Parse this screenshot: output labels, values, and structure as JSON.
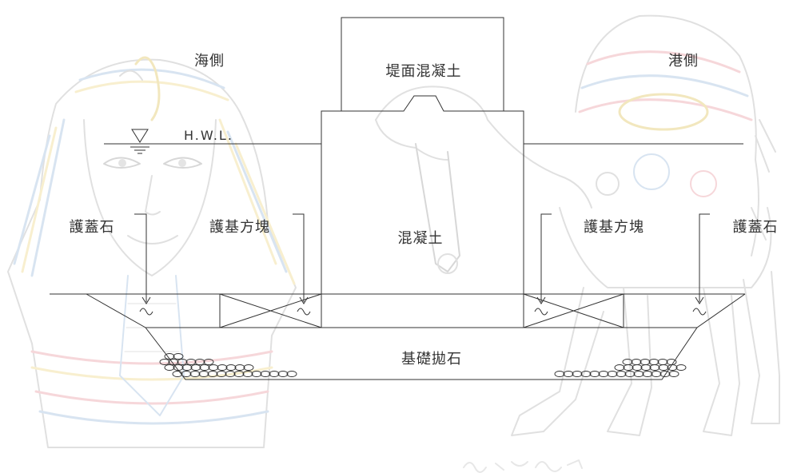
{
  "labels": {
    "sea_side": "海側",
    "harbor_side": "港側",
    "hwl": "H.W.L.",
    "crown_concrete": "堤面混凝土",
    "concrete": "混凝土",
    "armor_stone_left": "護蓋石",
    "armor_stone_right": "護蓋石",
    "foot_block_left": "護基方塊",
    "foot_block_right": "護基方塊",
    "rubble_mound": "基礎拋石"
  },
  "background": {
    "left_illustration": "pharaoh-mask-sketch",
    "right_illustration": "camel-sketch"
  },
  "colors": {
    "line": "#333333",
    "sketch_blue": "#b9cfe6",
    "sketch_red": "#f0b7bd",
    "sketch_yellow": "#f4e3a8",
    "sketch_gray": "#c8c8c8"
  }
}
